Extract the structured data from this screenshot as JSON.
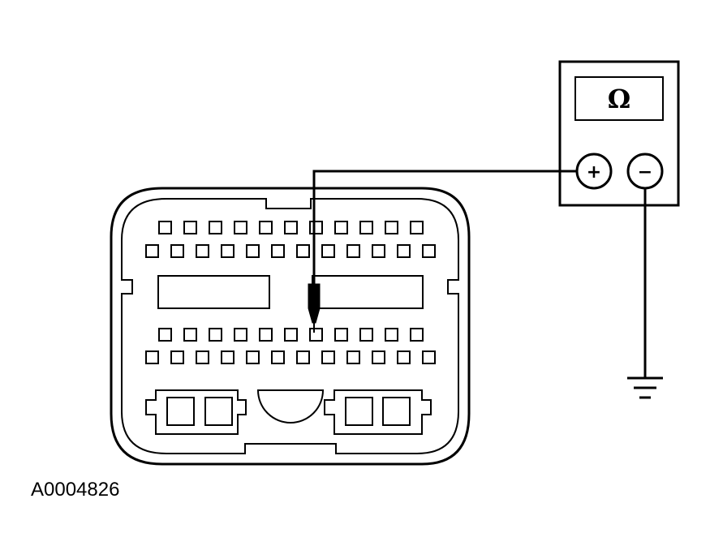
{
  "figure": {
    "id_label": "A0004826"
  },
  "meter": {
    "display_symbol": "Ω",
    "positive_label": "+",
    "negative_label": "−"
  },
  "connector": {
    "upper_row_1_count": 11,
    "upper_row_2_count": 12,
    "lower_row_1_count": 11,
    "lower_row_2_count": 12
  },
  "icons": {
    "ground": "ground-symbol-icon",
    "probe": "probe-tip-icon"
  },
  "colors": {
    "line": "#000000",
    "background": "#ffffff"
  }
}
